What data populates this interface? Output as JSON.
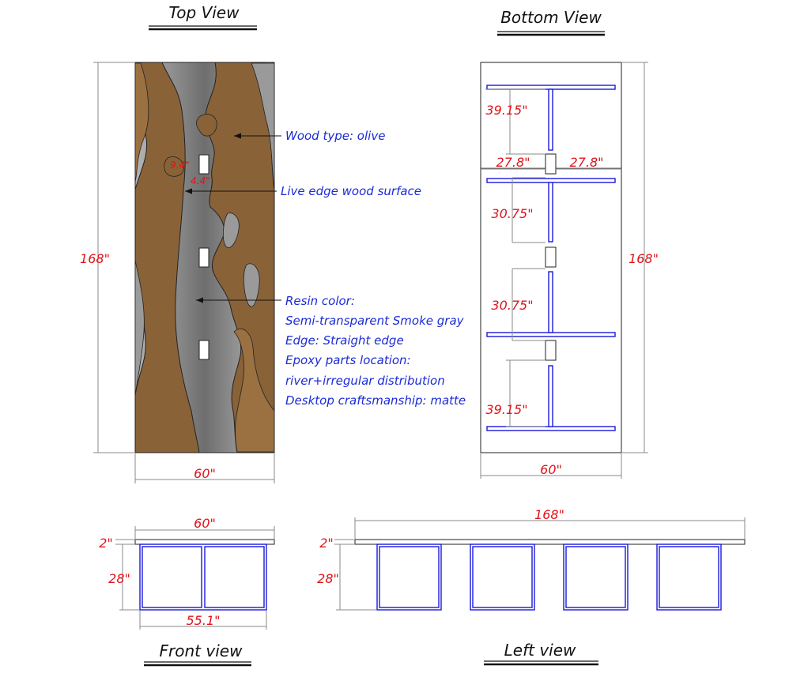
{
  "views": {
    "top": "Top View",
    "bottom": "Bottom View",
    "front": "Front view",
    "left": "Left view"
  },
  "top_view": {
    "length": "168\"",
    "width": "60\"",
    "small_dim_1": "9.4\"",
    "small_dim_2": "4.4\"",
    "notes": {
      "wood": "Wood type: olive",
      "surface": "Live edge wood surface",
      "resin": "Resin color:",
      "resin_value": "Semi-transparent Smoke gray",
      "edge": "Edge: Straight edge",
      "epoxy": "Epoxy parts location:",
      "epoxy_value": "river+irregular distribution",
      "craft": "Desktop craftsmanship: matte"
    }
  },
  "bottom_view": {
    "length": "168\"",
    "width": "60\"",
    "seg_1": "39.15\"",
    "seg_2": "30.75\"",
    "seg_3": "30.75\"",
    "seg_4": "39.15\"",
    "half_left": "27.8\"",
    "half_right": "27.8\""
  },
  "front_view": {
    "width": "60\"",
    "thickness": "2\"",
    "height": "28\"",
    "base_width": "55.1\""
  },
  "left_view": {
    "length": "168\"",
    "thickness": "2\"",
    "height": "28\""
  },
  "colors": {
    "wood": "#8a6238",
    "resin": "#8c8c8c",
    "leg": "#1a1adc",
    "dimension": "#e0141b",
    "note": "#1b2bd6"
  }
}
